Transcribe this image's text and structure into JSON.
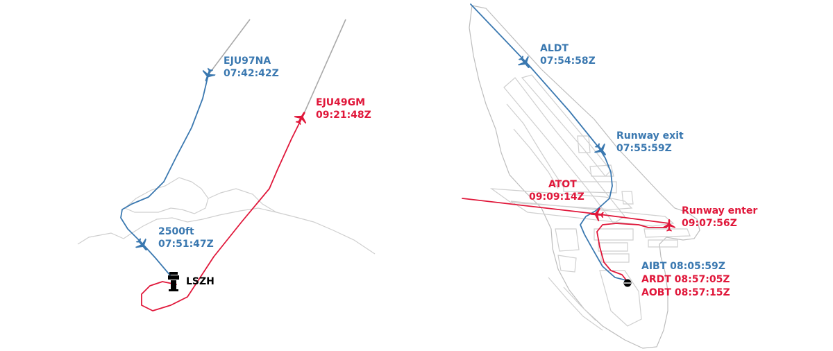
{
  "colors": {
    "arrival": "#3a78b0",
    "departure": "#e0173a",
    "geography": "#cfcfcf"
  },
  "icons": {
    "aircraft": "airplane-icon",
    "tower": "control-tower-icon",
    "stand": "parking-stand-icon"
  },
  "approach_map": {
    "arrival": {
      "callsign": "EJU97NA",
      "time": "07:42:42Z"
    },
    "departure": {
      "callsign": "EJU49GM",
      "time": "09:21:48Z"
    },
    "altitude_fix": {
      "label": "2500ft",
      "time": "07:51:47Z"
    },
    "airport": {
      "code": "LSZH"
    }
  },
  "airport_map": {
    "aldt": {
      "label": "ALDT",
      "time": "07:54:58Z"
    },
    "runway_exit": {
      "label": "Runway exit",
      "time": "07:55:59Z"
    },
    "atot": {
      "label": "ATOT",
      "time": "09:09:14Z"
    },
    "runway_enter": {
      "label": "Runway enter",
      "time": "09:07:56Z"
    },
    "aibt": "AIBT 08:05:59Z",
    "ardt": "ARDT 08:57:05Z",
    "aobt": "AOBT 08:57:15Z"
  }
}
